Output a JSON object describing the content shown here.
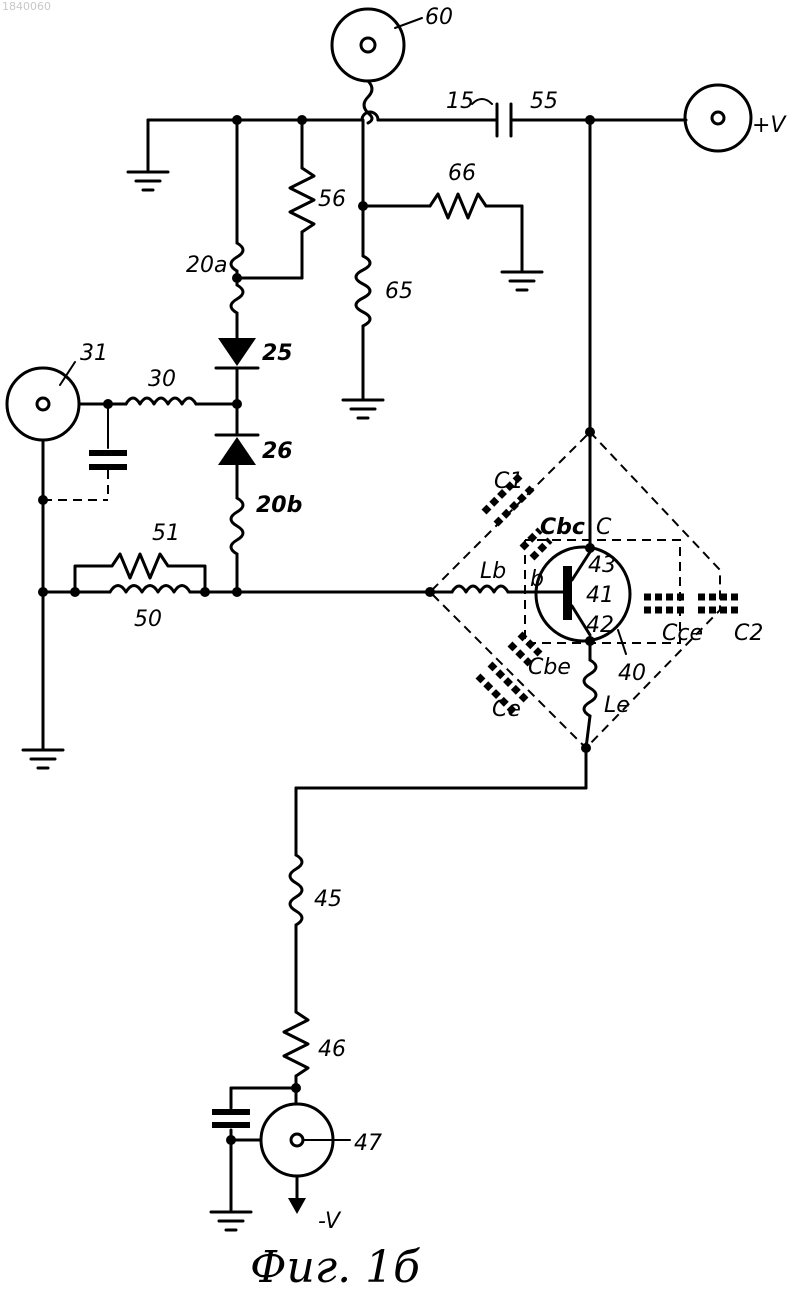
{
  "watermark": "1840060",
  "labels": {
    "conn_60": "60",
    "cap_15": "15",
    "cap_55": "55",
    "supply_pos": "+V",
    "res_56": "56",
    "res_66": "66",
    "ind_20a": "20a",
    "ind_65": "65",
    "diode_25": "25",
    "conn_31": "31",
    "ind_30": "30",
    "diode_26": "26",
    "ind_20b": "20b",
    "cap_c1": "C1",
    "cap_cbc": "Cbc",
    "node_c": "C",
    "ind_lb": "Lb",
    "node_b": "b",
    "num_43": "43",
    "num_41": "41",
    "num_42": "42",
    "cap_cce": "Cce",
    "cap_c2": "C2",
    "res_51": "51",
    "ind_50": "50",
    "cap_cbe": "Cbe",
    "num_40": "40",
    "cap_ce": "Ce",
    "ind_le": "Le",
    "ind_45": "45",
    "res_46": "46",
    "conn_47": "47",
    "supply_neg": "-V"
  },
  "caption": "Фиг. 1б"
}
